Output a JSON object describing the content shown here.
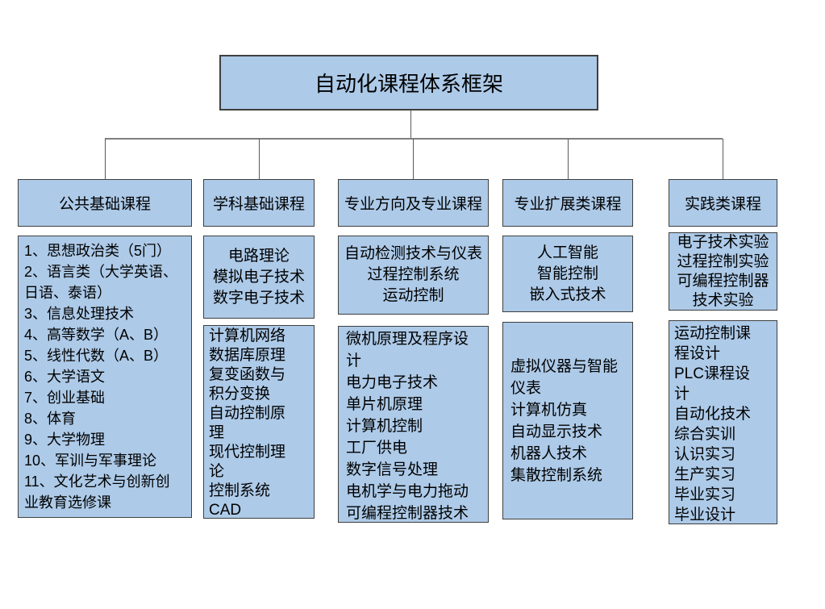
{
  "title": "自动化课程体系框架",
  "colors": {
    "box_fill": "#ADCAE8",
    "box_border": "#3F3F3F",
    "connector": "#5A5A5A"
  },
  "columns": [
    {
      "header": "公共基础课程",
      "boxes": [
        {
          "items": [
            "1、思想政治类（5门）",
            "2、语言类（大学英语、\n日语、泰语）",
            "3、信息处理技术",
            "4、高等数学（A、B）",
            "5、线性代数（A、B）",
            "6、大学语文",
            "7、创业基础",
            "8、体育",
            "9、大学物理",
            "10、军训与军事理论",
            "11、文化艺术与创新创\n业教育选修课"
          ]
        }
      ]
    },
    {
      "header": "学科基础课程",
      "boxes": [
        {
          "items": [
            "电路理论",
            "模拟电子技术",
            "数字电子技术"
          ]
        },
        {
          "items": [
            "计算机网络",
            "数据库原理",
            "复变函数与\n积分变换",
            "自动控制原\n理",
            "现代控制理\n论",
            "控制系统\nCAD"
          ]
        }
      ]
    },
    {
      "header": "专业方向及专业课程",
      "boxes": [
        {
          "items": [
            "自动检测技术与仪表",
            "过程控制系统",
            "运动控制"
          ]
        },
        {
          "items": [
            "微机原理及程序设\n计",
            "电力电子技术",
            "单片机原理",
            "计算机控制",
            "工厂供电",
            "数字信号处理",
            "电机学与电力拖动",
            "可编程控制器技术"
          ]
        }
      ]
    },
    {
      "header": "专业扩展类课程",
      "boxes": [
        {
          "items": [
            "人工智能",
            "智能控制",
            "嵌入式技术"
          ]
        },
        {
          "items": [
            "虚拟仪器与智能\n仪表",
            "计算机仿真",
            "自动显示技术",
            "机器人技术",
            "集散控制系统"
          ]
        }
      ]
    },
    {
      "header": "实践类课程",
      "boxes": [
        {
          "items": [
            "电子技术实验",
            "过程控制实验",
            "可编程控制器\n技术实验"
          ]
        },
        {
          "items": [
            "运动控制课\n程设计",
            "PLC课程设\n计",
            "自动化技术\n综合实训",
            "认识实习",
            "生产实习",
            "毕业实习",
            "毕业设计"
          ]
        }
      ]
    }
  ]
}
